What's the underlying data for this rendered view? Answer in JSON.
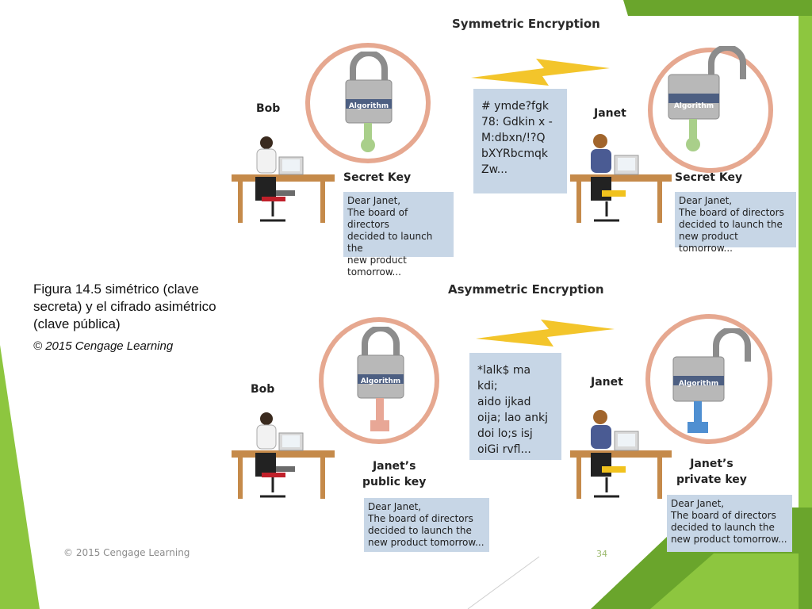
{
  "caption": {
    "text": "Figura 14.5 simétrico (clave secreta) y el cifrado asimétrico (clave pública)",
    "credit": "© 2015 Cengage Learning"
  },
  "footer": {
    "credit": "© 2015 Cengage Learning",
    "page_number": "34"
  },
  "symmetric": {
    "title": "Symmetric Encryption",
    "sender": "Bob",
    "receiver": "Janet",
    "sender_key_label": "Secret Key",
    "receiver_key_label": "Secret Key",
    "lock_label": "Algorithm",
    "sender_message": "Dear Janet,\nThe board of directors\ndecided to launch the\nnew product\ntomorrow...",
    "receiver_message": "Dear Janet,\nThe board of directors\ndecided to launch the\nnew product tomorrow...",
    "ciphertext": "# ymde?fgk\n78: Gdkin x -\nM:dbxn/!?Q\nbXYRbcmqk\nZw..."
  },
  "asymmetric": {
    "title": "Asymmetric Encryption",
    "sender": "Bob",
    "receiver": "Janet",
    "sender_key_label": "Janet’s\npublic key",
    "receiver_key_label": "Janet’s\nprivate key",
    "lock_label": "Algorithm",
    "sender_message": "Dear Janet,\nThe board of directors\ndecided to launch the\nnew product tomorrow...",
    "receiver_message": "Dear Janet,\nThe board of directors\ndecided to launch the\nnew product tomorrow...",
    "ciphertext": "*lalk$ ma kdi;\naido ijkad\noija; lao ankj\ndoi lo;s  isj\noiGi rvfl..."
  },
  "colors": {
    "accent_green": "#8dc63f",
    "bubble_border": "#e6a890",
    "message_box": "#c7d6e6",
    "lightning": "#f3c52b",
    "secret_key": "#a9cf8a",
    "public_key": "#e8a796",
    "private_key": "#4f8fd1"
  }
}
